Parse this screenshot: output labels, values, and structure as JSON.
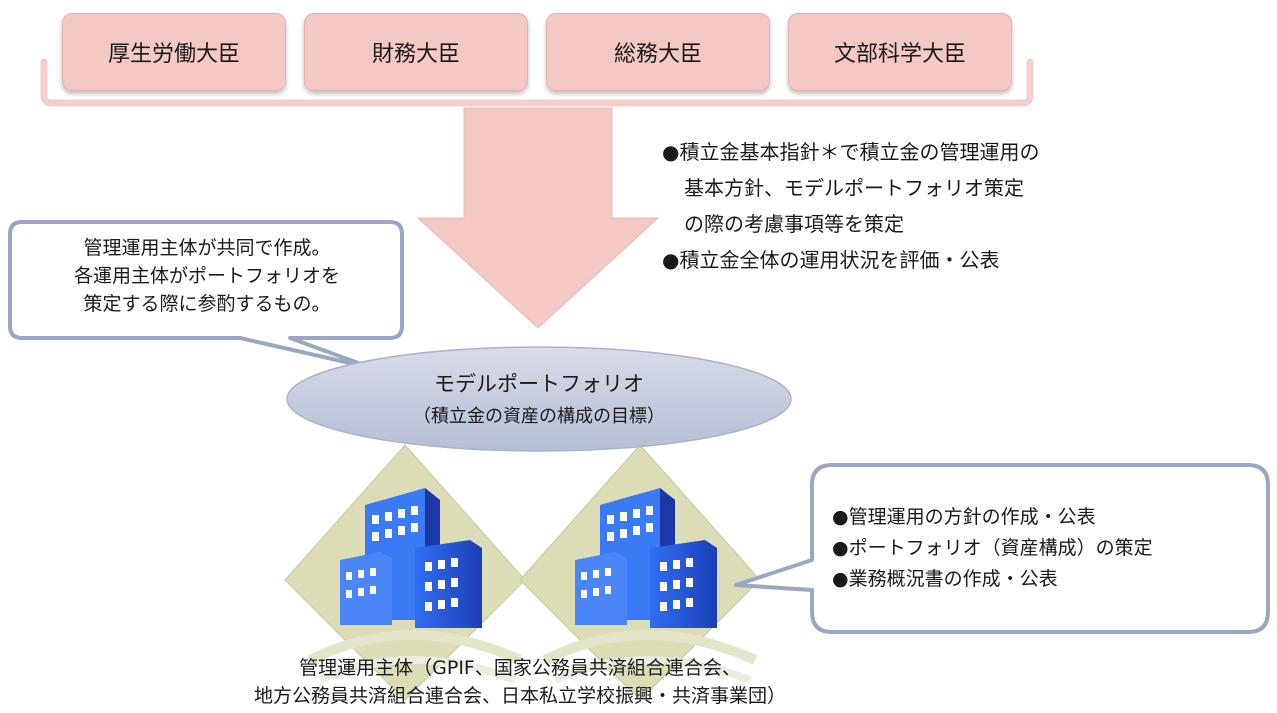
{
  "ministers": [
    {
      "label": "厚生労働大臣"
    },
    {
      "label": "財務大臣"
    },
    {
      "label": "総務大臣"
    },
    {
      "label": "文部科学大臣"
    }
  ],
  "minister_roles": [
    "●積立金基本指針＊で積立金の管理運用の",
    "基本方針、モデルポートフォリオ策定",
    "の際の考慮事項等を策定",
    "●積立金全体の運用状況を評価・公表"
  ],
  "callout_left": [
    "管理運用主体が共同で作成。",
    "各運用主体がポートフォリオを",
    "策定する際に参酌するもの。"
  ],
  "model_portfolio": {
    "title": "モデルポートフォリオ",
    "subtitle": "（積立金の資産の構成の目標）"
  },
  "entity_roles": [
    "●管理運用の方針の作成・公表",
    "●ポートフォリオ（資産構成）の策定",
    "●業務概況書の作成・公表"
  ],
  "entities": [
    "管理運用主体（GPIF、国家公務員共済組合連合会、",
    "地方公務員共済組合連合会、日本私立学校振興・共済事業団）"
  ],
  "colors": {
    "minister_box": "#f4c8c4",
    "arrow": "#f4c8c4",
    "ellipse": "#c9cfe0",
    "callout_border": "#9aa6c4",
    "diamond": "#dcdcb6",
    "building_blue": "#2a58d8"
  },
  "icons": [
    "office-building-icon",
    "office-building-icon"
  ]
}
